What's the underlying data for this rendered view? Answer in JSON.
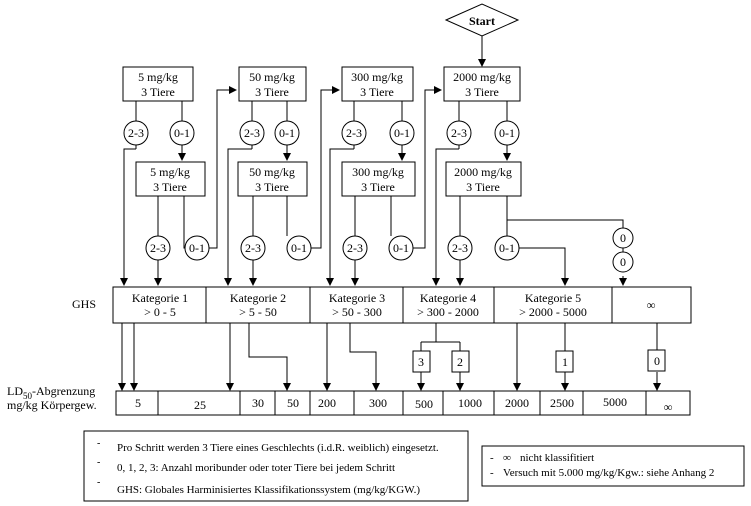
{
  "start_label": "Start",
  "ghs_label": "GHS",
  "ld50_label_main": "LD",
  "ld50_label_sub": "50",
  "ld50_label_rest": "-Abgrenzung",
  "ld50_label_line2": "mg/kg Körpergew.",
  "dose_line1": [
    "5 mg/kg",
    "50 mg/kg",
    "300 mg/kg",
    "2000 mg/kg"
  ],
  "dose_line2": "3 Tiere",
  "second_dose_line1": [
    "5 mg/kg",
    "50 mg/kg",
    "300 mg/kg",
    "2000 mg/kg"
  ],
  "outcome_labels": {
    "high": "2-3",
    "low": "0-1",
    "zero": "0"
  },
  "categories": [
    {
      "name": "Kategorie 1",
      "range": "> 0 - 5"
    },
    {
      "name": "Kategorie 2",
      "range": "> 5 - 50"
    },
    {
      "name": "Kategorie 3",
      "range": "> 50 - 300"
    },
    {
      "name": "Kategorie 4",
      "range": "> 300 - 2000"
    },
    {
      "name": "Kategorie 5",
      "range": "> 2000 - 5000"
    },
    {
      "name": "∞",
      "range": ""
    }
  ],
  "cutoff_values": [
    "5",
    "25",
    "30",
    "50",
    "200",
    "300",
    "500",
    "1000",
    "2000",
    "2500",
    "5000",
    "∞"
  ],
  "small_box_labels": [
    "3",
    "2",
    "1",
    "0"
  ],
  "legend_left": {
    "bullet": "-",
    "items": [
      "Pro Schritt werden 3 Tiere eines Geschlechts (i.d.R. weiblich) eingesetzt.",
      "0, 1, 2, 3: Anzahl moribunder oder toter Tiere bei jedem Schritt",
      "GHS: Globales Harminisiertes Klassifikationssystem (mg/kg/KGW.)"
    ]
  },
  "legend_right": {
    "bullet": "-",
    "item1_symbol": "∞",
    "item1_text": "nicht klassifitiert",
    "item2_text": "Versuch mit 5.000 mg/kg/Kgw.: siehe Anhang 2"
  }
}
